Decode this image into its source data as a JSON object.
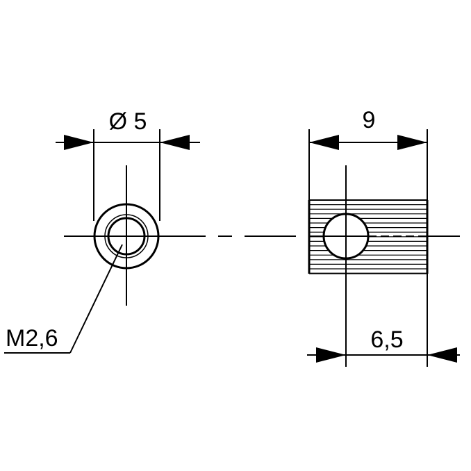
{
  "dimensions": {
    "diameter_label": "Ø 5",
    "length_label": "9",
    "hole_offset_label": "6,5",
    "thread_label": "M2,6"
  },
  "colors": {
    "line": "#000000",
    "background": "#ffffff"
  }
}
